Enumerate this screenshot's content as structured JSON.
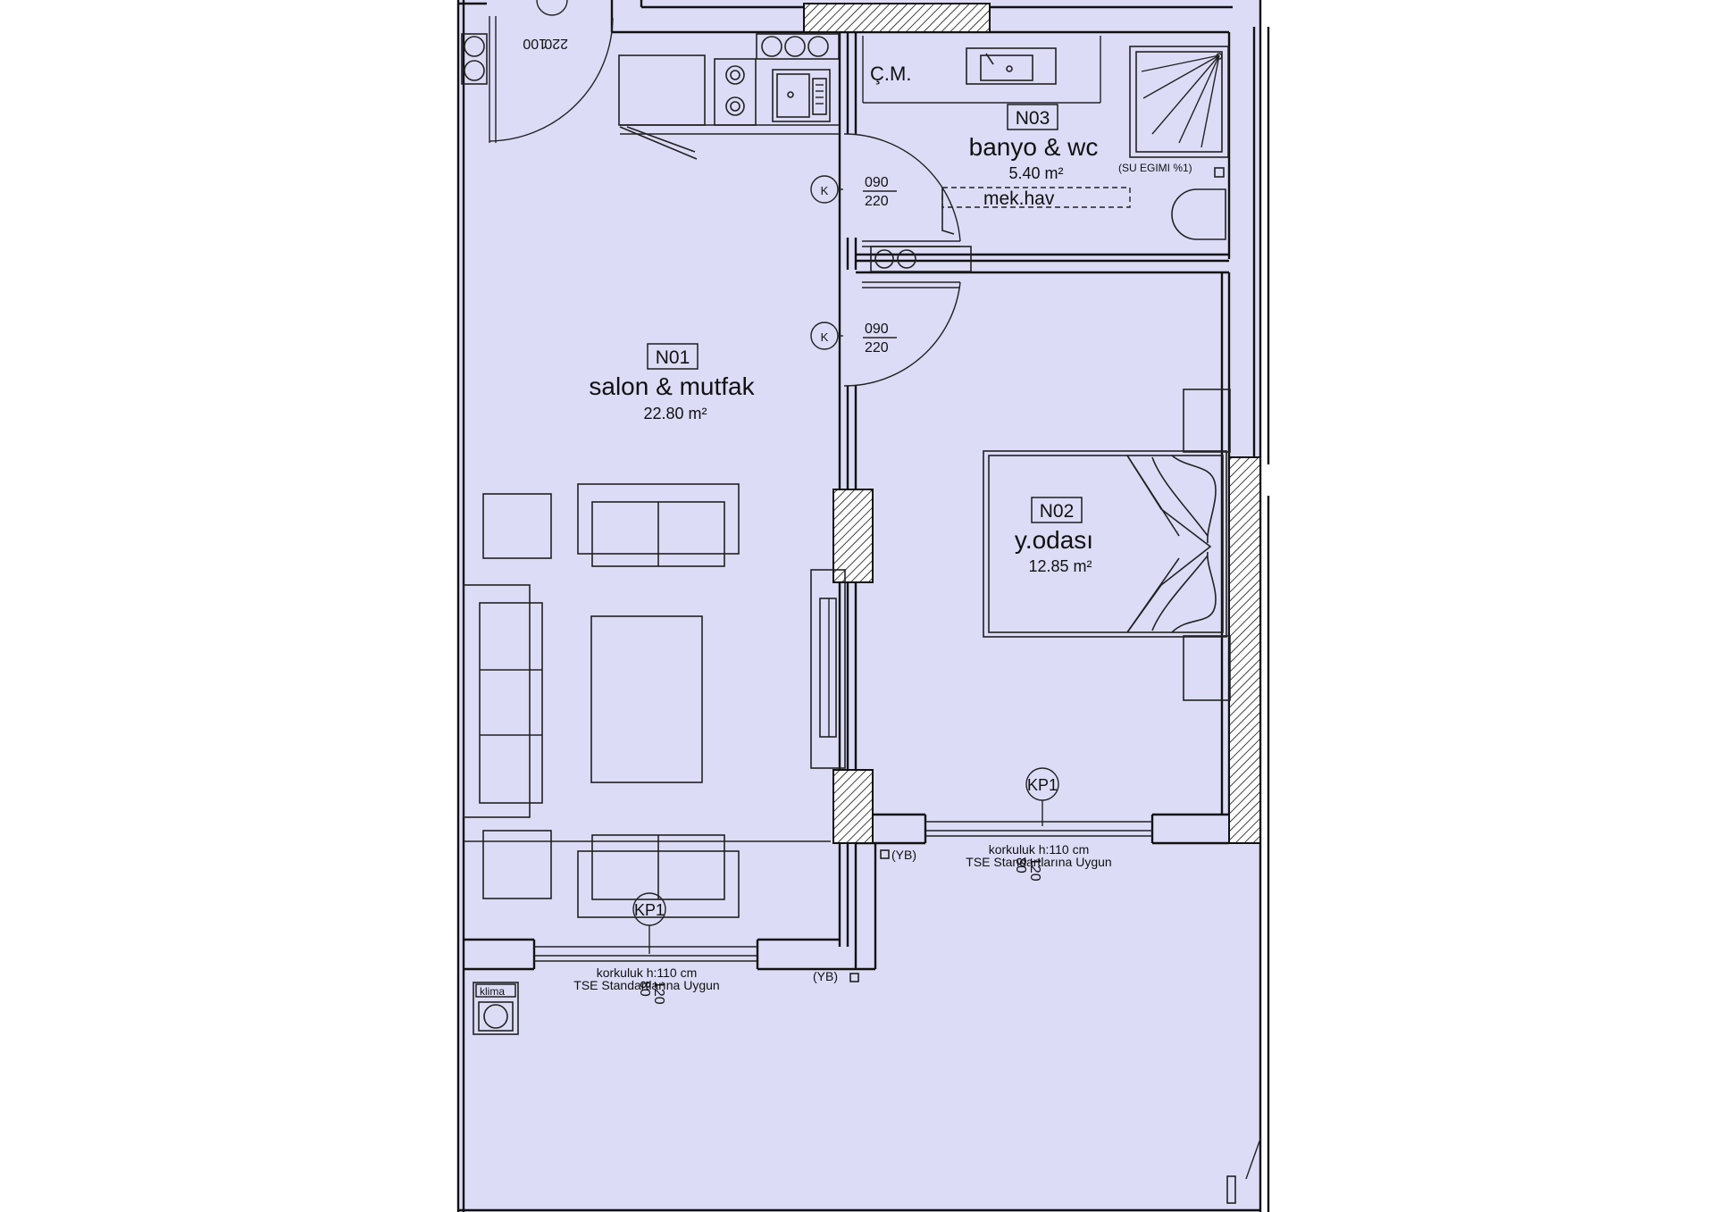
{
  "rooms": {
    "n01": {
      "tag": "N01",
      "name": "salon & mutfak",
      "area": "22.80 m²"
    },
    "n02": {
      "tag": "N02",
      "name": "y.odası",
      "area": "12.85 m²"
    },
    "n03": {
      "tag": "N03",
      "name": "banyo & wc",
      "area": "5.40 m²"
    }
  },
  "labels": {
    "cm": "Ç.M.",
    "mek_hav": "mek.hav",
    "su_egimi": "(SU EGIMI %1)",
    "klima": "klima",
    "yb": "(YB)",
    "korkuluk": "korkuluk h:110 cm",
    "tse": "TSE Standartlarına Uygun",
    "kp1": "KP1",
    "k": "K",
    "door_w_090": "090",
    "door_h_220": "220",
    "entry_w": "100",
    "entry_h": "220",
    "win_h1": "120",
    "win_h2": "80"
  },
  "colors": {
    "room_fill": "#dcdcf7",
    "wall": "#111111"
  }
}
